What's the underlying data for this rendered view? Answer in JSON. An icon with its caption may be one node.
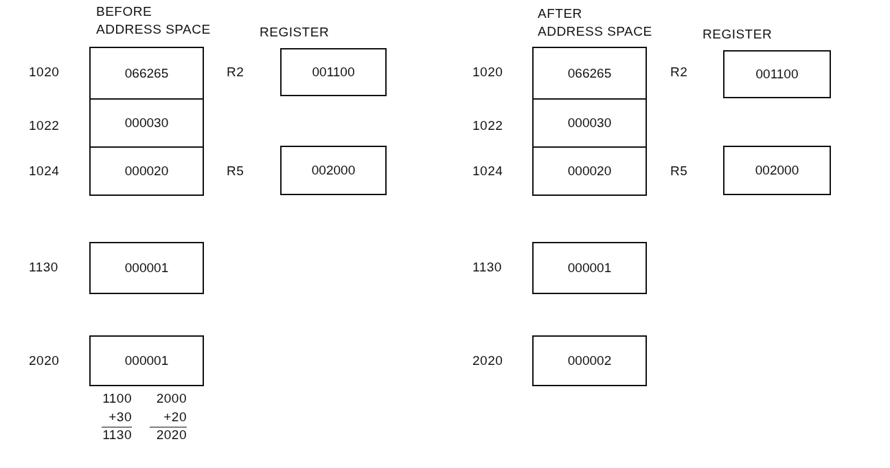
{
  "diagram": {
    "nodes": [
      {
        "text": [
          "066265"
        ]
      },
      {
        "text": [
          "000030"
        ]
      },
      {
        "text": [
          "000020"
        ]
      },
      {
        "text": [
          "000001"
        ]
      },
      {
        "text": [
          "000001"
        ]
      },
      {
        "text": [
          "001100"
        ]
      },
      {
        "text": [
          "002000"
        ]
      },
      {
        "text": [
          "066265"
        ]
      },
      {
        "text": [
          "000030"
        ]
      },
      {
        "text": [
          "000020"
        ]
      },
      {
        "text": [
          "000001"
        ]
      },
      {
        "text": [
          "000002"
        ]
      },
      {
        "text": [
          "001100"
        ]
      },
      {
        "text": [
          "002000"
        ]
      }
    ],
    "labels": [
      "BEFORE",
      "ADDRESS SPACE",
      "REGISTER",
      "AFTER",
      "ADDRESS SPACE",
      "REGISTER",
      "1020",
      "R2",
      "1020",
      "R2",
      "1022",
      "1022",
      "1024",
      "R5",
      "1024",
      "R5",
      "1130",
      "1130",
      "2020",
      "2020",
      "1100",
      "2000",
      "+30",
      "+20",
      "1130",
      "2020"
    ]
  }
}
